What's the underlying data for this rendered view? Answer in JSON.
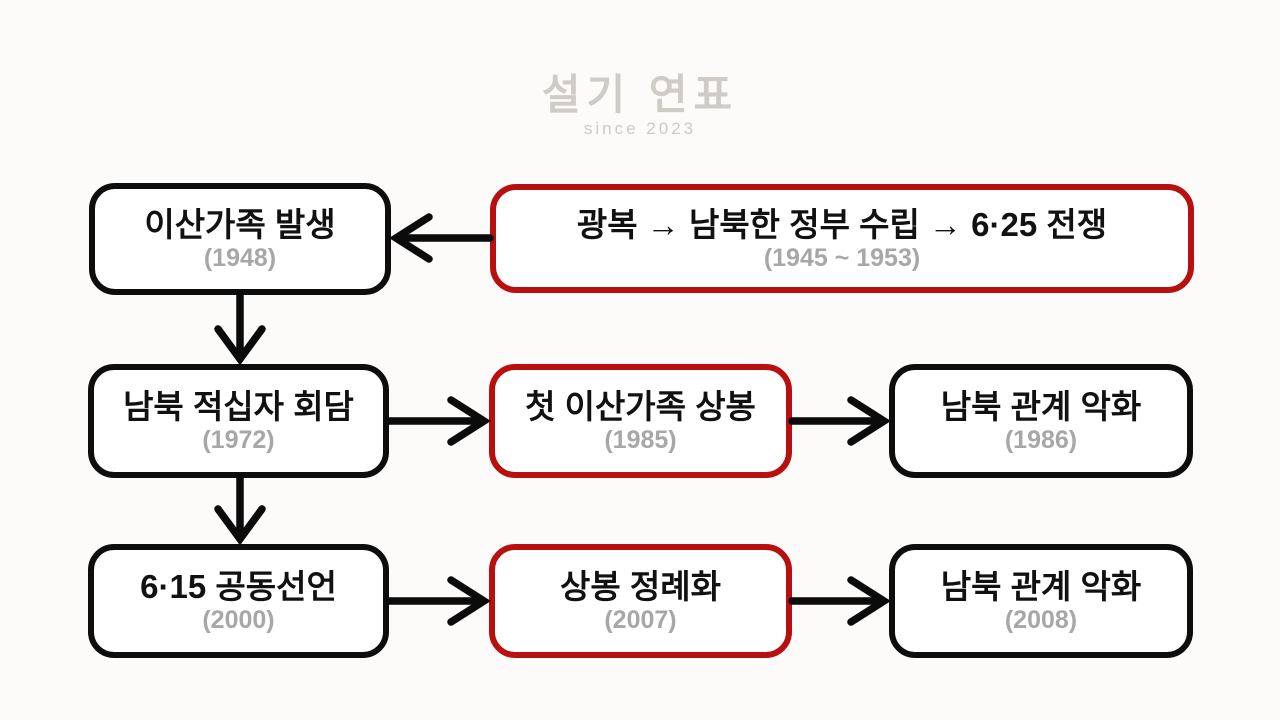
{
  "watermark": {
    "title": "설기 연표",
    "subtitle": "since 2023"
  },
  "colors": {
    "background": "#fcfbfa",
    "border_black": "#0d0d0d",
    "border_red": "#b80f0f",
    "label": "#111111",
    "year": "#a7a7a7",
    "arrow": "#0b0b0b",
    "watermark": "#c8c4c0"
  },
  "boxes": [
    {
      "id": "separated-families-occur",
      "label": "이산가족 발생",
      "year": "(1948)",
      "accent": "black"
    },
    {
      "id": "liberation-to-war",
      "label": "광복 → 남북한 정부 수립 → 6·25 전쟁",
      "year": "(1945 ~ 1953)",
      "accent": "red"
    },
    {
      "id": "redcross-talks",
      "label": "남북 적십자 회담",
      "year": "(1972)",
      "accent": "black"
    },
    {
      "id": "first-family-reunion",
      "label": "첫 이산가족 상봉",
      "year": "(1985)",
      "accent": "red"
    },
    {
      "id": "relations-worsen-1986",
      "label": "남북 관계 악화",
      "year": "(1986)",
      "accent": "black"
    },
    {
      "id": "june15-joint-declaration",
      "label": "6·15 공동선언",
      "year": "(2000)",
      "accent": "black"
    },
    {
      "id": "regular-reunions",
      "label": "상봉 정례화",
      "year": "(2007)",
      "accent": "red"
    },
    {
      "id": "relations-worsen-2008",
      "label": "남북 관계 악화",
      "year": "(2008)",
      "accent": "black"
    }
  ],
  "arrows": [
    {
      "id": "war-to-separation",
      "direction": "left"
    },
    {
      "id": "separation-to-redcross",
      "direction": "down"
    },
    {
      "id": "redcross-to-first-reunion",
      "direction": "right"
    },
    {
      "id": "first-reunion-to-worsen-1986",
      "direction": "right"
    },
    {
      "id": "redcross-to-june15",
      "direction": "down"
    },
    {
      "id": "june15-to-regular",
      "direction": "right"
    },
    {
      "id": "regular-to-worsen-2008",
      "direction": "right"
    }
  ]
}
